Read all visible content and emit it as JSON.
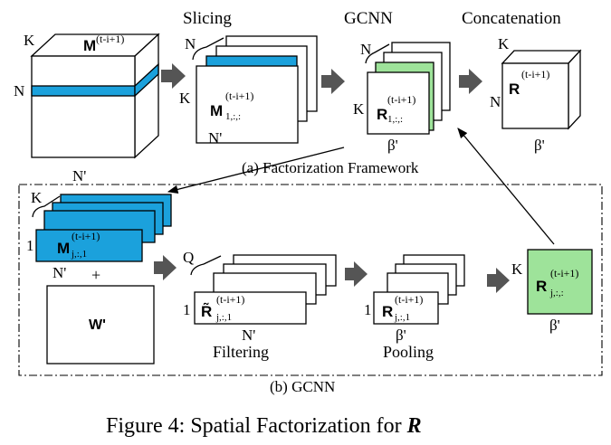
{
  "headers": {
    "slicing": "Slicing",
    "gcnn": "GCNN",
    "concatenation": "Concatenation"
  },
  "top": {
    "tensor": {
      "base": "M",
      "sup": "(t-i+1)",
      "k": "K",
      "n": "N",
      "nprime": "N'"
    },
    "slices": {
      "k": "K",
      "n": "N",
      "base": "M",
      "sup": "(t-i+1)",
      "sub": "1,:,:",
      "nprime": "N'"
    },
    "gcnn_out": {
      "k": "K",
      "n": "N",
      "base": "R",
      "sup": "(t-i+1)",
      "sub": "1,:,:",
      "beta": "β'"
    },
    "concat": {
      "k": "K",
      "n": "N",
      "base": "R",
      "sup": "(t-i+1)",
      "beta": "β'"
    },
    "caption": "(a) Factorization Framework"
  },
  "bottom": {
    "input": {
      "k": "K",
      "one": "1",
      "base": "M",
      "sup": "(t-i+1)",
      "sub": "j,:,1",
      "nprime": "N'",
      "plus": "+"
    },
    "weight": {
      "label": "W'"
    },
    "filtering": {
      "q": "Q",
      "one": "1",
      "base": "R̃",
      "sup": "(t-i+1)",
      "sub": "j,:,1",
      "nprime": "N'",
      "label": "Filtering"
    },
    "pooling": {
      "one": "1",
      "base": "R",
      "sup": "(t-i+1)",
      "sub": "j,:,1",
      "beta": "β'",
      "label": "Pooling"
    },
    "result": {
      "k": "K",
      "base": "R",
      "sup": "(t-i+1)",
      "sub": "j,:,:",
      "beta": "β'"
    },
    "caption": "(b) GCNN"
  },
  "figure_caption": {
    "prefix": "Figure 4: Spatial Factorization for ",
    "symbol": "R"
  },
  "colors": {
    "blue": "#1ba1dc",
    "green": "#9ee39a",
    "arrow": "#555555",
    "line": "#000000"
  }
}
